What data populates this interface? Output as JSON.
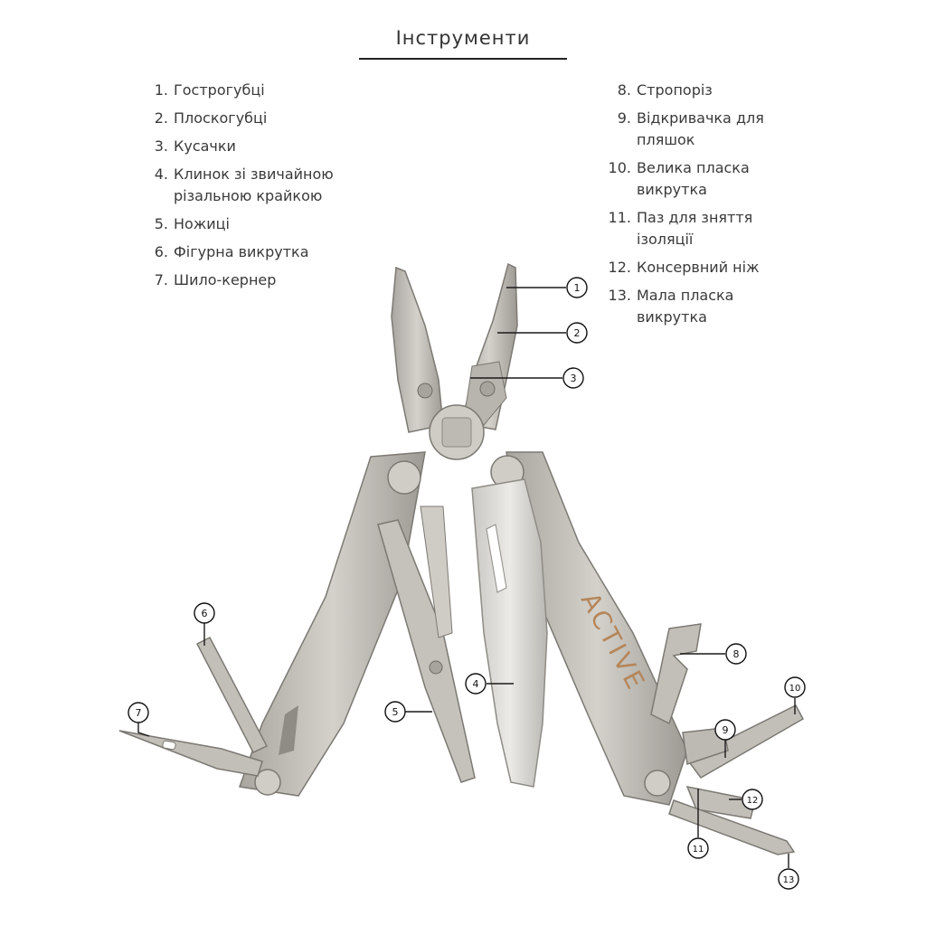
{
  "header": {
    "title": "Інструменти"
  },
  "tools_left": [
    {
      "num": "1.",
      "label": "Гострогубці"
    },
    {
      "num": "2.",
      "label": "Плоскогубці"
    },
    {
      "num": "3.",
      "label": "Кусачки"
    },
    {
      "num": "4.",
      "label": "Клинок зі звичайною різальною крайкою"
    },
    {
      "num": "5.",
      "label": "Ножиці"
    },
    {
      "num": "6.",
      "label": "Фігурна викрутка"
    },
    {
      "num": "7.",
      "label": "Шило-кернер"
    }
  ],
  "tools_right": [
    {
      "num": "8.",
      "label": "Стропоріз"
    },
    {
      "num": "9.",
      "label": "Відкривачка для пляшок"
    },
    {
      "num": "10.",
      "label": "Велика пласка викрутка"
    },
    {
      "num": "11.",
      "label": "Паз для зняття ізоляції"
    },
    {
      "num": "12.",
      "label": "Консервний ніж"
    },
    {
      "num": "13.",
      "label": "Мала пласка викрутка"
    }
  ],
  "brand": {
    "logo_text": "ACTIVE"
  },
  "callouts": [
    "1",
    "2",
    "3",
    "4",
    "5",
    "6",
    "7",
    "8",
    "9",
    "10",
    "11",
    "12",
    "13"
  ],
  "colors": {
    "metal": "#c4c1bb",
    "metal_dark": "#8f8c86",
    "blade": "#dcdad6",
    "logo": "#b5865a",
    "line": "#1a1a1a"
  }
}
